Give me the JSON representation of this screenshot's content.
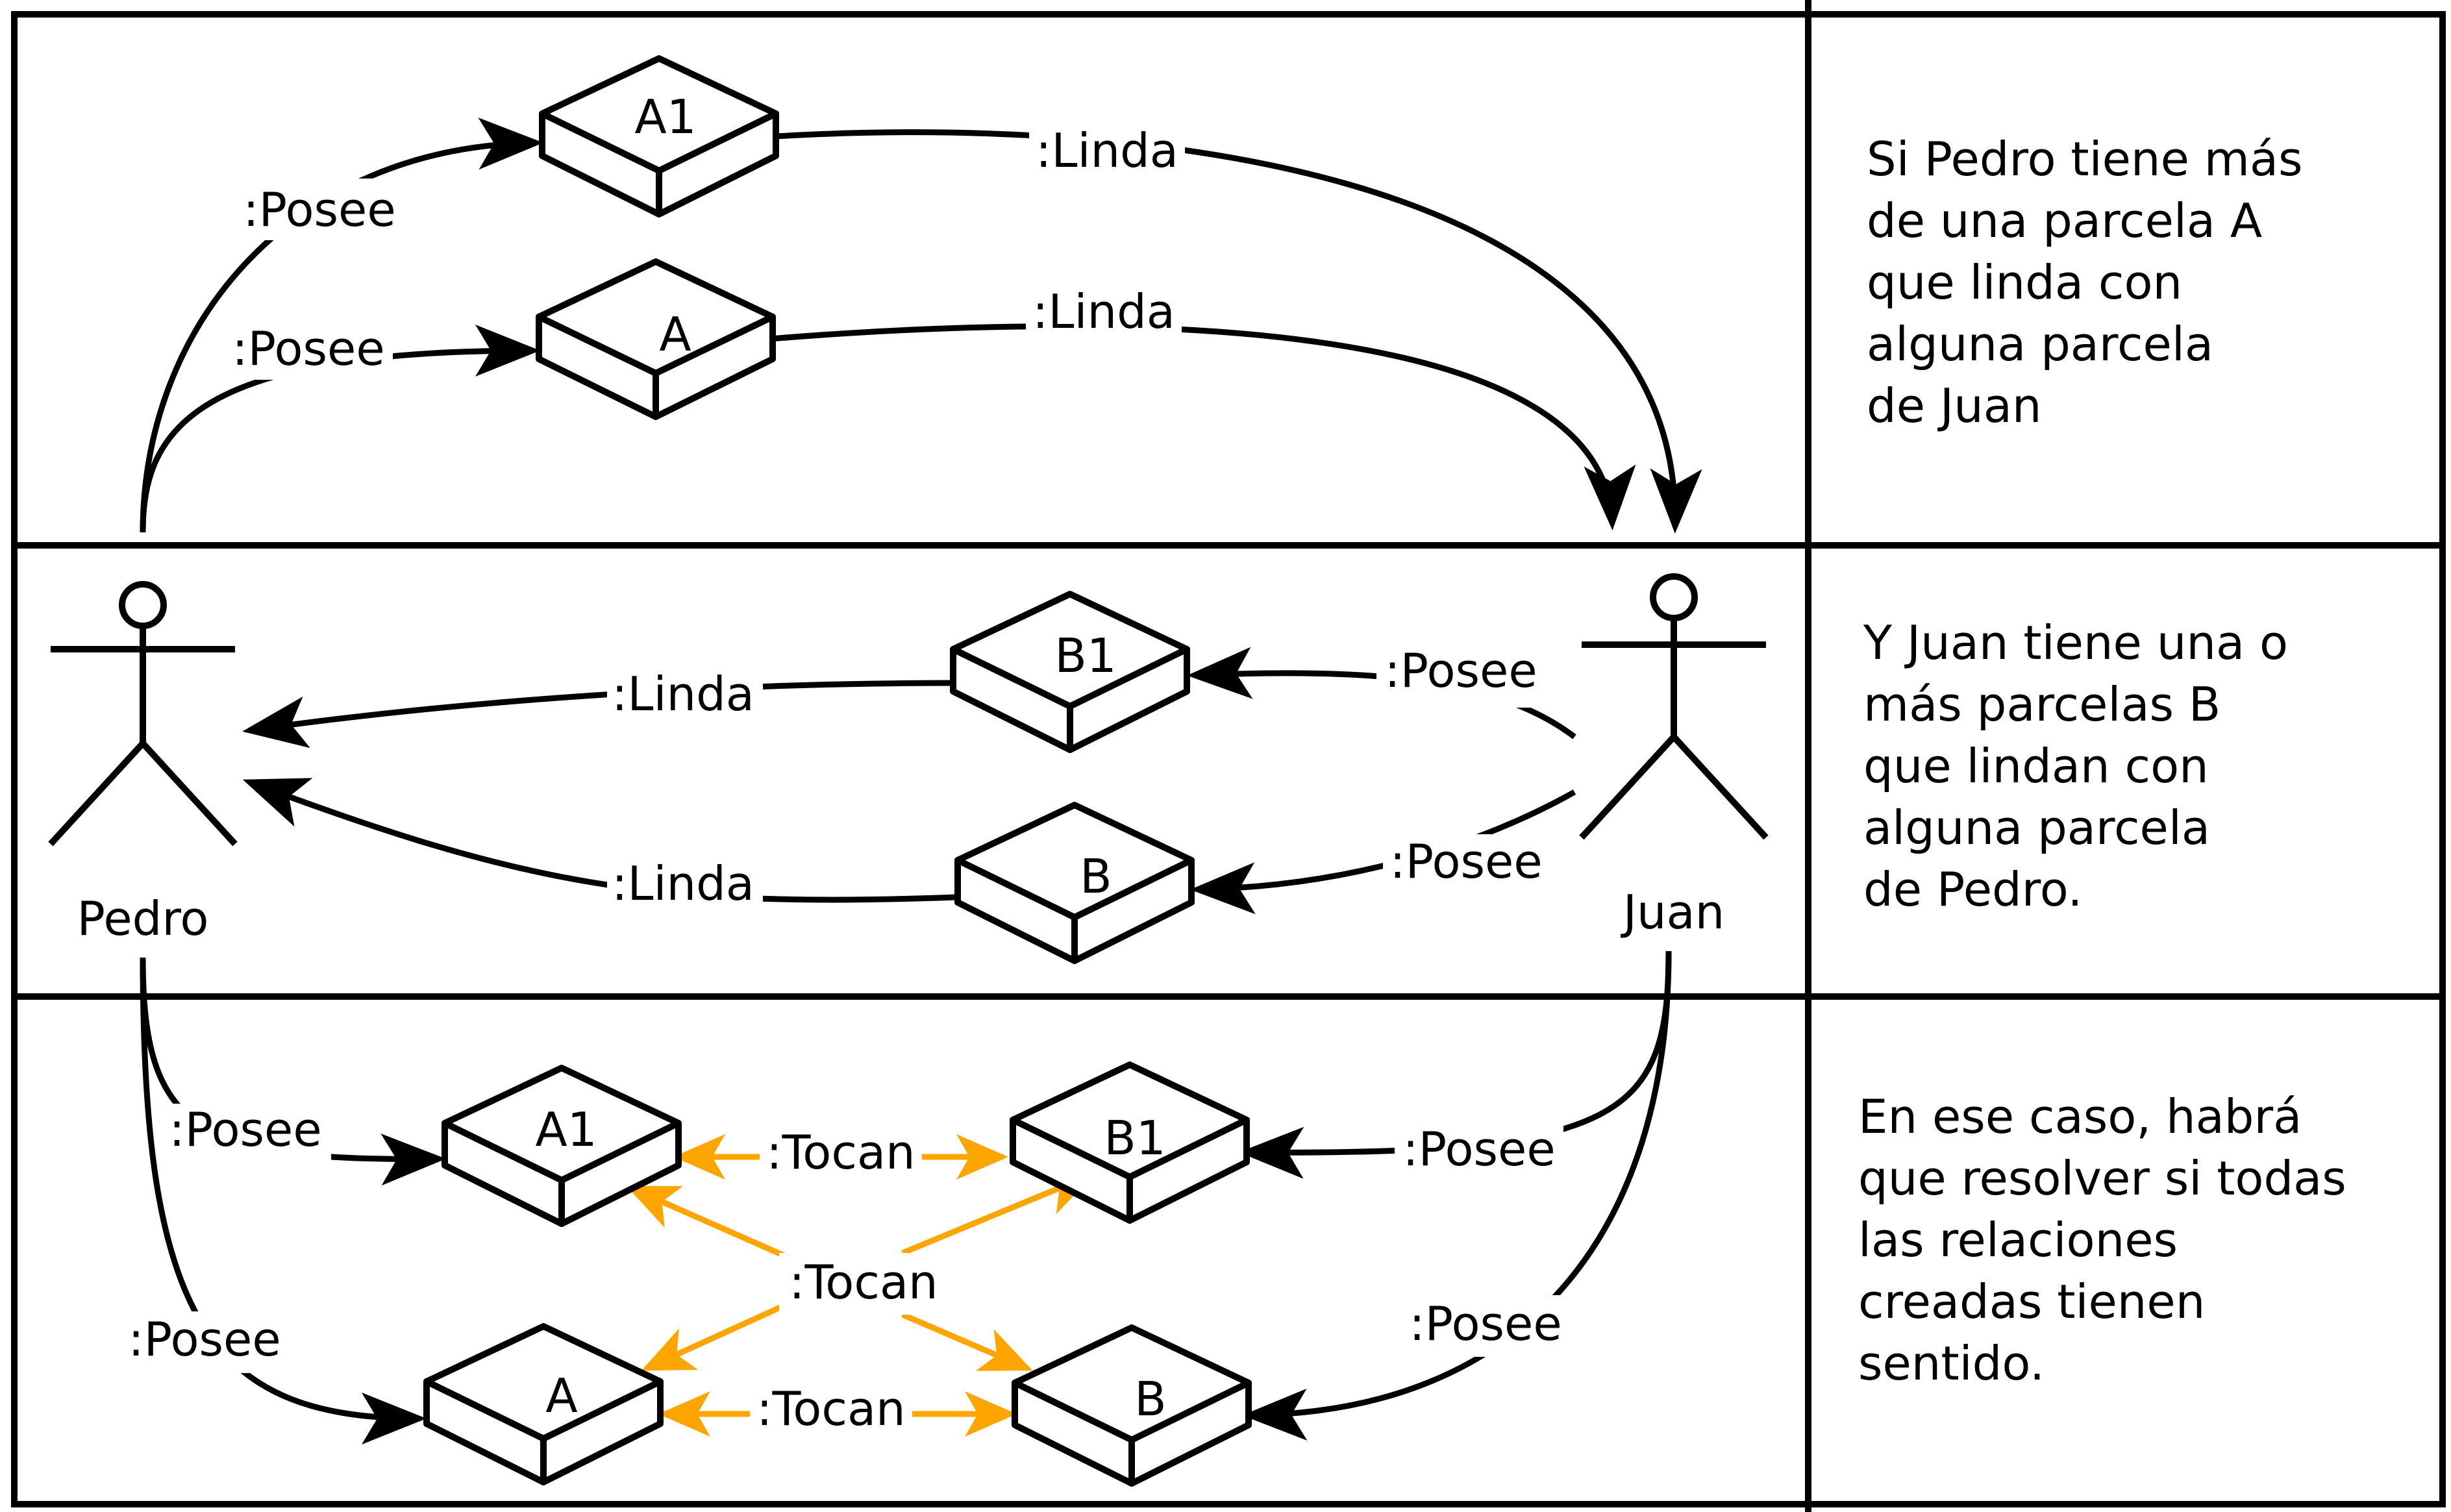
{
  "row1": {
    "description": [
      "Si Pedro tiene más",
      "de una parcela A",
      "que linda con",
      "alguna parcela",
      "de Juan"
    ],
    "parcels": [
      "A1",
      "A"
    ],
    "posee_labels": [
      ":Posee",
      ":Posee"
    ],
    "linda_labels": [
      ":Linda",
      ":Linda"
    ]
  },
  "row2": {
    "description": [
      "Y Juan tiene una o",
      "más parcelas B",
      "que lindan con",
      "alguna parcela",
      "de Pedro."
    ],
    "parcels": [
      "B1",
      "B"
    ],
    "posee_labels": [
      ":Posee",
      ":Posee"
    ],
    "linda_labels": [
      ":Linda",
      ":Linda"
    ],
    "actor_left": "Pedro",
    "actor_right": "Juan"
  },
  "row3": {
    "description": [
      "En ese caso, habrá",
      "que resolver si todas",
      "las relaciones",
      "creadas tienen",
      "sentido."
    ],
    "parcels": [
      "A1",
      "B1",
      "A",
      "B"
    ],
    "posee_labels": [
      ":Posee",
      ":Posee",
      ":Posee",
      ":Posee"
    ],
    "tocan_labels": [
      ":Tocan",
      ":Tocan",
      ":Tocan"
    ]
  },
  "colors": {
    "relation": "#000000",
    "tocan": "#FFA500",
    "background": "#FFFFFF"
  }
}
